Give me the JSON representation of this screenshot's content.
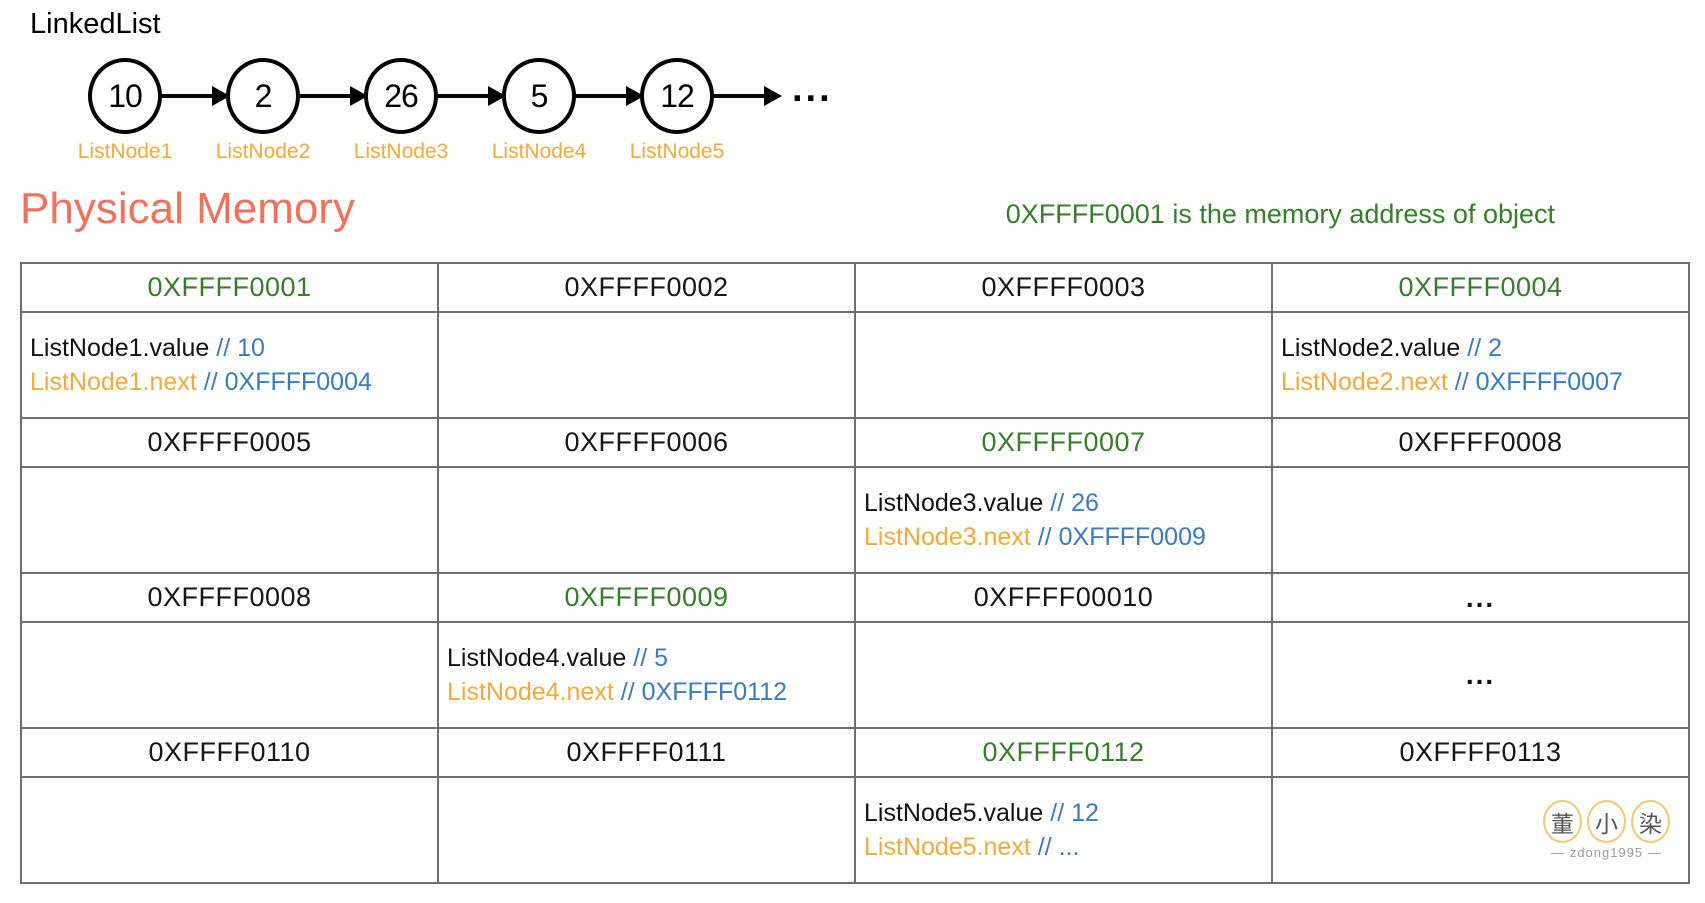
{
  "colors": {
    "node_label_orange": "#F5A93B",
    "address_green": "#377D2B",
    "comment_blue": "#3A79C3",
    "heading_salmon": "#F2705C"
  },
  "linked_list": {
    "title": "LinkedList",
    "nodes": [
      {
        "value": "10",
        "label": "ListNode1"
      },
      {
        "value": "2",
        "label": "ListNode2"
      },
      {
        "value": "26",
        "label": "ListNode3"
      },
      {
        "value": "5",
        "label": "ListNode4"
      },
      {
        "value": "12",
        "label": "ListNode5"
      }
    ],
    "tail_ellipsis": "..."
  },
  "memory": {
    "title": "Physical Memory",
    "note": "0XFFFF0001 is the memory address of object",
    "rows": [
      {
        "cells": [
          {
            "text": "0XFFFF0001",
            "highlight": true
          },
          {
            "text": "0XFFFF0002"
          },
          {
            "text": "0XFFFF0003"
          },
          {
            "text": "0XFFFF0004",
            "highlight": true
          }
        ]
      },
      {
        "cells": [
          {
            "lines": [
              {
                "name": "ListNode1.value",
                "comment": "// 10"
              },
              {
                "name": "ListNode1.next",
                "comment": "// 0XFFFF0004"
              }
            ]
          },
          {},
          {},
          {
            "lines": [
              {
                "name": "ListNode2.value",
                "comment": "// 2"
              },
              {
                "name": "ListNode2.next",
                "comment": "// 0XFFFF0007"
              }
            ]
          }
        ]
      },
      {
        "cells": [
          {
            "text": "0XFFFF0005"
          },
          {
            "text": "0XFFFF0006"
          },
          {
            "text": "0XFFFF0007",
            "highlight": true
          },
          {
            "text": "0XFFFF0008"
          }
        ]
      },
      {
        "cells": [
          {},
          {},
          {
            "lines": [
              {
                "name": "ListNode3.value",
                "comment": "// 26"
              },
              {
                "name": "ListNode3.next",
                "comment": "// 0XFFFF0009"
              }
            ]
          },
          {}
        ]
      },
      {
        "cells": [
          {
            "text": "0XFFFF0008"
          },
          {
            "text": "0XFFFF0009",
            "highlight": true
          },
          {
            "text": "0XFFFF00010"
          },
          {
            "text": "..."
          }
        ]
      },
      {
        "cells": [
          {},
          {
            "lines": [
              {
                "name": "ListNode4.value",
                "comment": "// 5"
              },
              {
                "name": "ListNode4.next",
                "comment": "// 0XFFFF0112"
              }
            ]
          },
          {},
          {
            "text": "..."
          }
        ]
      },
      {
        "cells": [
          {
            "text": "0XFFFF0110"
          },
          {
            "text": "0XFFFF0111"
          },
          {
            "text": "0XFFFF0112",
            "highlight": true
          },
          {
            "text": "0XFFFF0113"
          }
        ]
      },
      {
        "cells": [
          {},
          {},
          {
            "lines": [
              {
                "name": "ListNode5.value",
                "comment": "// 12"
              },
              {
                "name": "ListNode5.next",
                "comment": "// ..."
              }
            ]
          },
          {
            "watermark": true
          }
        ]
      }
    ]
  },
  "watermark": {
    "seals": [
      "董",
      "小",
      "染"
    ],
    "signature": "— zdong1995 —"
  }
}
